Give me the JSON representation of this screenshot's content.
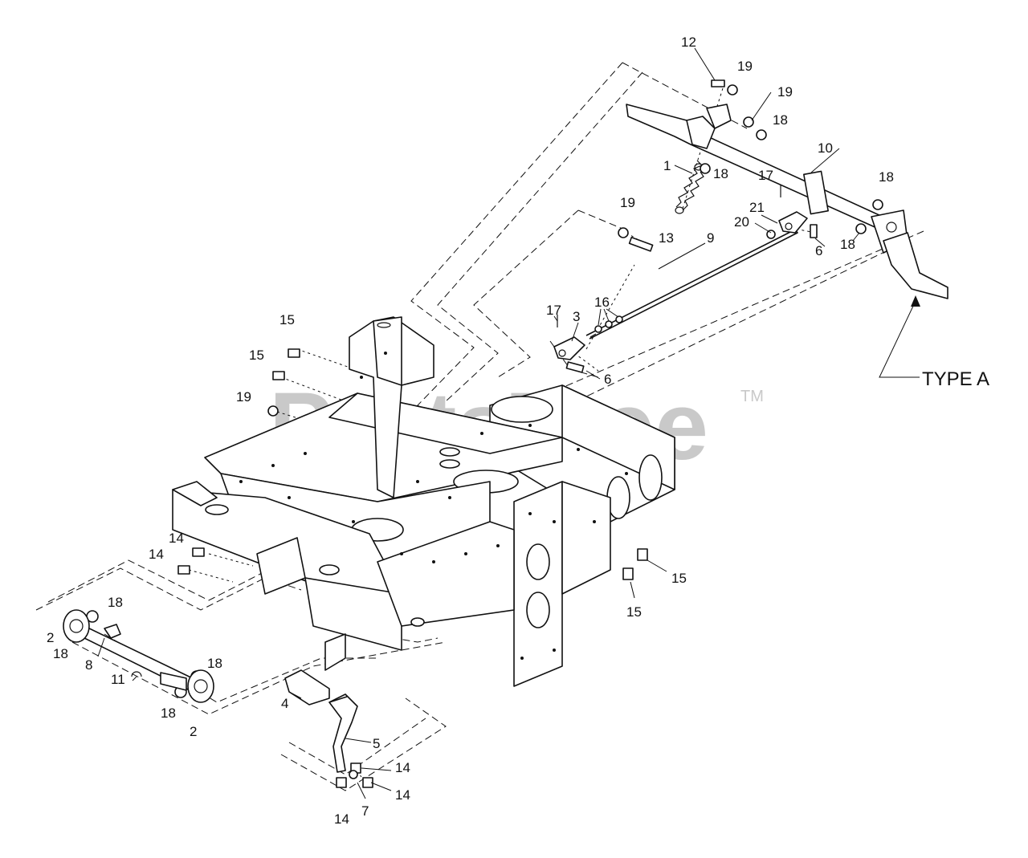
{
  "watermark": {
    "text": "PartsTree",
    "tm": "TM"
  },
  "type_label": "TYPE A",
  "callouts": [
    {
      "id": "c12",
      "text": "12"
    },
    {
      "id": "c19a",
      "text": "19"
    },
    {
      "id": "c19b",
      "text": "19"
    },
    {
      "id": "c18a",
      "text": "18"
    },
    {
      "id": "c10",
      "text": "10"
    },
    {
      "id": "c1",
      "text": "1"
    },
    {
      "id": "c18b",
      "text": "18"
    },
    {
      "id": "c17a",
      "text": "17"
    },
    {
      "id": "c18c",
      "text": "18"
    },
    {
      "id": "c21",
      "text": "21"
    },
    {
      "id": "c19c",
      "text": "19"
    },
    {
      "id": "c20",
      "text": "20"
    },
    {
      "id": "c13",
      "text": "13"
    },
    {
      "id": "c9",
      "text": "9"
    },
    {
      "id": "c6a",
      "text": "6"
    },
    {
      "id": "c18d",
      "text": "18"
    },
    {
      "id": "c17b",
      "text": "17"
    },
    {
      "id": "c3",
      "text": "3"
    },
    {
      "id": "c16",
      "text": "16"
    },
    {
      "id": "c15a",
      "text": "15"
    },
    {
      "id": "c15b",
      "text": "15"
    },
    {
      "id": "c6b",
      "text": "6"
    },
    {
      "id": "c19d",
      "text": "19"
    },
    {
      "id": "c14a",
      "text": "14"
    },
    {
      "id": "c14b",
      "text": "14"
    },
    {
      "id": "c15c",
      "text": "15"
    },
    {
      "id": "c15d",
      "text": "15"
    },
    {
      "id": "c18e",
      "text": "18"
    },
    {
      "id": "c2a",
      "text": "2"
    },
    {
      "id": "c18f",
      "text": "18"
    },
    {
      "id": "c8",
      "text": "8"
    },
    {
      "id": "c18g",
      "text": "18"
    },
    {
      "id": "c11",
      "text": "11"
    },
    {
      "id": "c18h",
      "text": "18"
    },
    {
      "id": "c2b",
      "text": "2"
    },
    {
      "id": "c4",
      "text": "4"
    },
    {
      "id": "c5",
      "text": "5"
    },
    {
      "id": "c14c",
      "text": "14"
    },
    {
      "id": "c14d",
      "text": "14"
    },
    {
      "id": "c14e",
      "text": "14"
    },
    {
      "id": "c7",
      "text": "7"
    }
  ]
}
